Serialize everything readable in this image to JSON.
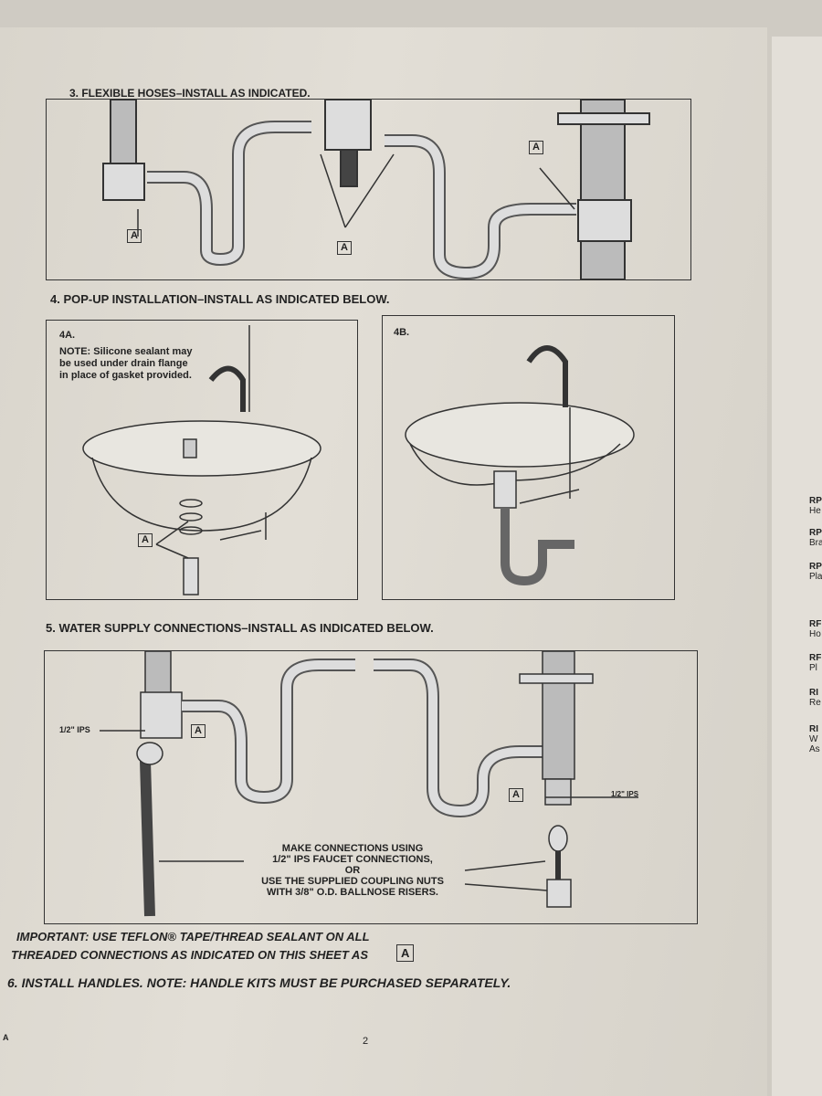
{
  "step3": {
    "title": "3. FLEXIBLE HOSES–INSTALL AS INDICATED.",
    "label_a": "A"
  },
  "step4": {
    "title": "4. POP-UP INSTALLATION–INSTALL AS INDICATED BELOW.",
    "a": {
      "label": "4A.",
      "note": "NOTE: Silicone sealant may be used under drain flange in place of gasket provided.",
      "label_a": "A"
    },
    "b": {
      "label": "4B."
    }
  },
  "step5": {
    "title": "5. WATER SUPPLY CONNECTIONS–INSTALL AS INDICATED BELOW.",
    "ips_left": "1/2\" IPS",
    "ips_right": "1/2\" IPS",
    "label_a": "A",
    "callout1": "MAKE CONNECTIONS USING",
    "callout2": "1/2\" IPS FAUCET CONNECTIONS,",
    "callout_or": "OR",
    "callout3": "USE THE SUPPLIED COUPLING NUTS",
    "callout4": "WITH 3/8\" O.D. BALLNOSE RISERS."
  },
  "important1": "IMPORTANT: USE TEFLON® TAPE/THREAD SEALANT ON ALL",
  "important2": "THREADED CONNECTIONS AS INDICATED ON THIS SHEET AS",
  "step6": "6. INSTALL HANDLES. NOTE: HANDLE KITS MUST BE PURCHASED SEPARATELY.",
  "page_number": "2",
  "corner_letter": "A",
  "right_page": [
    {
      "c": "RP",
      "d": "He"
    },
    {
      "c": "RP",
      "d": "Bra"
    },
    {
      "c": "RP",
      "d": "Pla"
    },
    {
      "c": "RF",
      "d": "Ho"
    },
    {
      "c": "RF",
      "d": "Pl"
    },
    {
      "c": "RI",
      "d": "Re"
    },
    {
      "c": "RI",
      "d": "W"
    }
  ],
  "right_page_extra": "As"
}
